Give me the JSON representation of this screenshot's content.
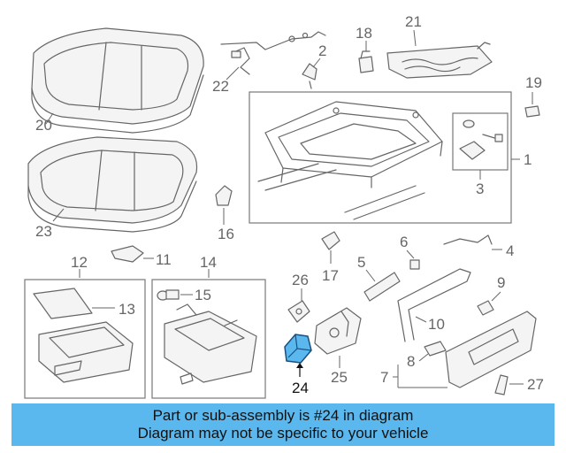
{
  "callouts": {
    "n1": "1",
    "n2": "2",
    "n3": "3",
    "n4": "4",
    "n5": "5",
    "n6": "6",
    "n7": "7",
    "n8": "8",
    "n9": "9",
    "n10": "10",
    "n11": "11",
    "n12": "12",
    "n13": "13",
    "n14": "14",
    "n15": "15",
    "n16": "16",
    "n17": "17",
    "n18": "18",
    "n19": "19",
    "n20": "20",
    "n21": "21",
    "n22": "22",
    "n23": "23",
    "n24": "24",
    "n25": "25",
    "n26": "26",
    "n27": "27"
  },
  "highlight": {
    "part_number": "24",
    "color": "#5ab8ee"
  },
  "banner": {
    "line1": "Part or sub-assembly is #24 in diagram",
    "line2": "Diagram may not be specific to your vehicle",
    "color": "#5ab8ee"
  }
}
